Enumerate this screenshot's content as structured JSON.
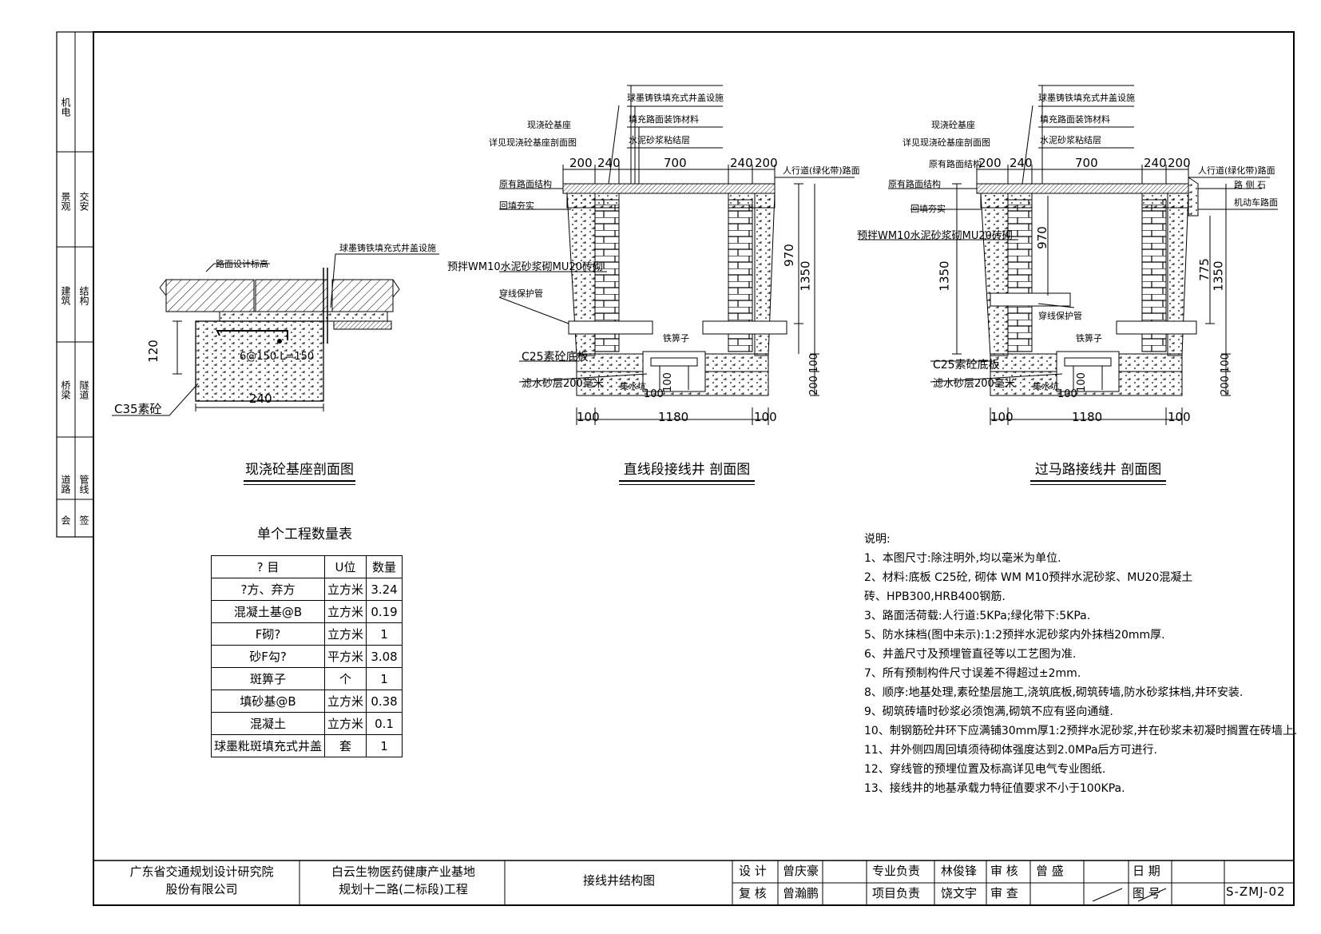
{
  "left_strip": {
    "rows": [
      {
        "a": "机电",
        "b": ""
      },
      {
        "a": "景观",
        "b": "交安"
      },
      {
        "a": "建筑",
        "b": "结构"
      },
      {
        "a": "桥梁",
        "b": "隧道"
      },
      {
        "a": "道路",
        "b": "管线"
      },
      {
        "a": "会",
        "b": "签"
      }
    ]
  },
  "detail_a": {
    "labels": {
      "road_elev": "路面设计标高",
      "cover": "球墨铸铁填充式井盖设施",
      "rebar": "6@150 L=150",
      "h120": "120",
      "w240": "240",
      "concrete": "C35素砼"
    },
    "caption": "现浇砼基座剖面图"
  },
  "detail_b": {
    "labels": {
      "cover": "球墨铸铁填充式井盖设施",
      "fill": "填充路面装饰材料",
      "mortar": "水泥砂浆粘结层",
      "base": "现浇砼基座",
      "base_ref": "详见现浇砼基座剖面图",
      "road": "原有路面结构",
      "backfill": "回填夯实",
      "brick": "预拌WM10水泥砂浆砌MU20砖砌",
      "pipe": "穿线保护管",
      "slab": "C25素砼底板",
      "sand": "滤水砂层200毫米",
      "sump": "集水坑",
      "grate": "铁箅子",
      "walk": "人行道(绿化带)路面",
      "d200a": "200",
      "d240a": "240",
      "d700": "700",
      "d240b": "240",
      "d200b": "200",
      "d970": "970",
      "d1350": "1350",
      "d100v": "100",
      "d200v": "200",
      "d100a": "100",
      "d1180": "1180",
      "d100b": "100",
      "d100c": "100",
      "d100d": "100"
    },
    "caption": "直线段接线井 剖面图"
  },
  "detail_c": {
    "labels": {
      "cover": "球墨铸铁填充式井盖设施",
      "fill": "填充路面装饰材料",
      "mortar": "水泥砂浆粘结层",
      "base": "现浇砼基座",
      "base_ref": "详见现浇砼基座剖面图",
      "road1": "原有路面结构",
      "road2": "原有路面结构",
      "backfill": "回填夯实",
      "brick": "预拌WM10水泥砂浆砌MU20砖砌",
      "pipe": "穿线保护管",
      "slab": "C25素砼底板",
      "sand": "滤水砂层200毫米",
      "sump": "集水坑",
      "grate": "铁箅子",
      "walk": "人行道(绿化带)路面",
      "curb": "路 侧 石",
      "vehicle": "机动车路面",
      "d200a": "200",
      "d240a": "240",
      "d700": "700",
      "d240b": "240",
      "d200b": "200",
      "d970": "970",
      "d1350a": "1350",
      "d775": "775",
      "d1350b": "1350",
      "d100v": "100",
      "d200v": "200",
      "d100a": "100",
      "d1180": "1180",
      "d100b": "100",
      "d100c": "100",
      "d100d": "100"
    },
    "caption": "过马路接线井 剖面图"
  },
  "quantity_table": {
    "title": "单个工程数量表",
    "headers": [
      "?  目",
      "U位",
      "数量"
    ],
    "rows": [
      [
        "?方、弃方",
        "立方米",
        "3.24"
      ],
      [
        "混凝土基@B",
        "立方米",
        "0.19"
      ],
      [
        "F砌?",
        "立方米",
        "1"
      ],
      [
        "砂F勾?",
        "平方米",
        "3.08"
      ],
      [
        "斑箅子",
        "个",
        "1"
      ],
      [
        "填砂基@B",
        "立方米",
        "0.38"
      ],
      [
        "混凝土",
        "立方米",
        "0.1"
      ],
      [
        "球墨粃斑填充式井盖",
        "套",
        "1"
      ]
    ]
  },
  "notes": {
    "title": "说明:",
    "lines": [
      "1、本图尺寸:除注明外,均以毫米为单位.",
      "2、材料:底板 C25砼, 砌体 WM M10预拌水泥砂浆、MU20混凝土",
      "砖、HPB300,HRB400钢筋.",
      "3、路面活荷载:人行道:5KPa;绿化带下:5KPa.",
      "5、防水抹档(图中未示):1:2预拌水泥砂浆内外抹档20mm厚.",
      "6、井盖尺寸及预埋管直径等以工艺图为准.",
      "7、所有预制构件尺寸误差不得超过±2mm.",
      "8、顺序:地基处理,素砼垫层施工,浇筑底板,砌筑砖墙,防水砂浆抹档,井环安装.",
      "9、砌筑砖墙时砂浆必须饱满,砌筑不应有竖向通缝.",
      "10、制钢筋砼井环下应满铺30mm厚1:2预拌水泥砂浆,并在砂浆未初凝时搁置在砖墙上.",
      "11、井外侧四周回填须待砌体强度达到2.0MPa后方可进行.",
      "12、穿线管的预埋位置及标高详见电气专业图纸.",
      "13、接线井的地基承载力特征值要求不小于100KPa."
    ]
  },
  "title_block": {
    "institute_line1": "广东省交通规划设计研究院",
    "institute_line2": "股份有限公司",
    "project_line1": "白云生物医药健康产业基地",
    "project_line2": "规划十二路(二标段)工程",
    "drawing_title": "接线井结构图",
    "design_label": "设 计",
    "design_name": "曾庆豪",
    "check_label": "复 核",
    "check_name": "曾瀚鹏",
    "spec_label": "专业负责",
    "spec_name": "林俊锋",
    "proj_label": "项目负责",
    "proj_name": "饶文宇",
    "review_label": "审 核",
    "review_name": "曾 盛",
    "approve_label": "审 查",
    "date_label": "日 期",
    "date_value": "",
    "dwg_label": "图 号",
    "dwg_no": "S-ZMJ-02"
  }
}
